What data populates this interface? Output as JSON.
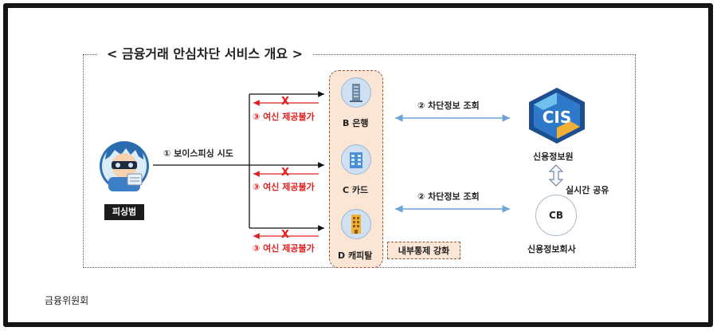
{
  "title": "< 금융거래 안심차단 서비스 개요 >",
  "hacker": {
    "label": "피싱범"
  },
  "steps": {
    "phishing_attempt": "① 보이스피싱 시도",
    "block_query_1": "② 차단정보 조회",
    "block_query_2": "② 차단정보 조회",
    "loan_denied_1": "③ 여신 제공불가",
    "loan_denied_2": "③ 여신 제공불가",
    "loan_denied_3": "③ 여신 제공불가",
    "x_mark": "X"
  },
  "institutions": {
    "bank": "B 은행",
    "card": "C 카드",
    "capital": "D 캐피탈"
  },
  "internal_control": "내부통제 강화",
  "credit_info_agency": {
    "label": "신용정보원"
  },
  "realtime_share": "실시간 공유",
  "cb": {
    "badge": "CB",
    "label": "신용정보회사"
  },
  "footer": "금융위원회",
  "colors": {
    "red": "#e02020",
    "blue_arrow": "#6fa3d6",
    "bank_box": "#fbe6d6"
  }
}
